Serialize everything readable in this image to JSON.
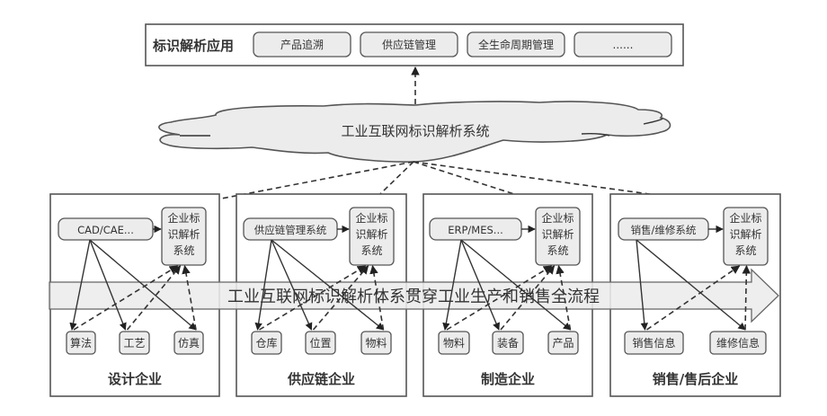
{
  "colors": {
    "fill_gray": "#ececec",
    "stroke": "#555555",
    "text": "#333333",
    "background": "#ffffff"
  },
  "app_layer": {
    "title": "标识解析应用",
    "items": [
      "产品追溯",
      "供应链管理",
      "全生命周期管理",
      "......"
    ]
  },
  "cloud": {
    "label": "工业互联网标识解析系统"
  },
  "flow_band": {
    "label": "工业互联网标识解析体系贯穿工业生产和销售全流程"
  },
  "enterprises": [
    {
      "name": "设计企业",
      "system": "CAD/CAE...",
      "id_system": [
        "企业标",
        "识解析",
        "系统"
      ],
      "leaves": [
        "算法",
        "工艺",
        "仿真"
      ]
    },
    {
      "name": "供应链企业",
      "system": "供应链管理系统",
      "id_system": [
        "企业标",
        "识解析",
        "系统"
      ],
      "leaves": [
        "仓库",
        "位置",
        "物料"
      ]
    },
    {
      "name": "制造企业",
      "system": "ERP/MES...",
      "id_system": [
        "企业标",
        "识解析",
        "系统"
      ],
      "leaves": [
        "物料",
        "装备",
        "产品"
      ]
    },
    {
      "name": "销售/售后企业",
      "system": "销售/维修系统",
      "id_system": [
        "企业标",
        "识解析",
        "系统"
      ],
      "leaves": [
        "销售信息",
        "维修信息"
      ]
    }
  ]
}
